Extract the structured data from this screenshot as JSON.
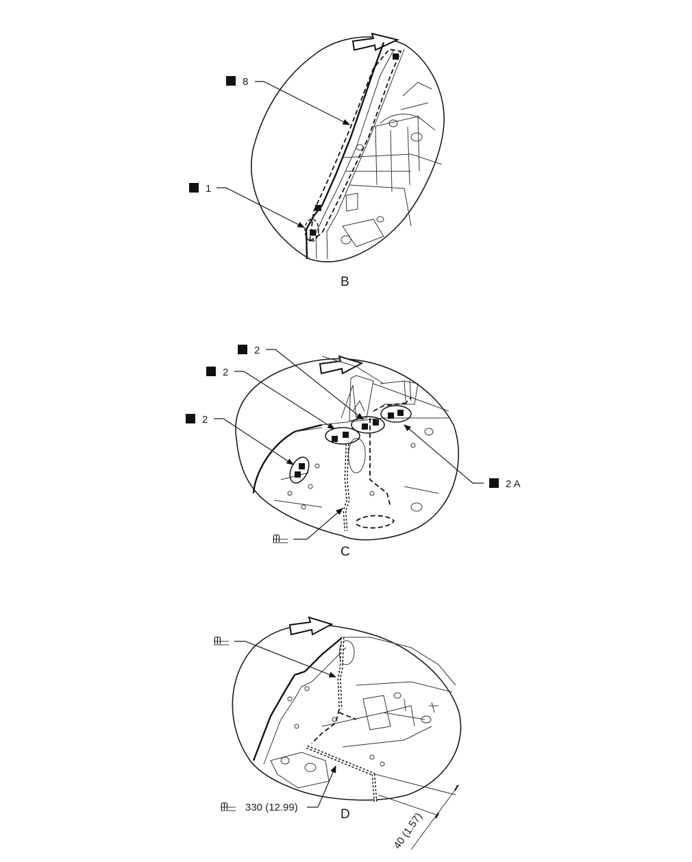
{
  "views": [
    {
      "caption": "B",
      "callouts": [
        {
          "symbol": "spot-weld-square-icon",
          "text": "8"
        },
        {
          "symbol": "spot-weld-square-icon",
          "text": "1"
        }
      ]
    },
    {
      "caption": "C",
      "callouts": [
        {
          "symbol": "spot-weld-square-icon",
          "text": "2"
        },
        {
          "symbol": "spot-weld-square-icon",
          "text": "2"
        },
        {
          "symbol": "spot-weld-square-icon",
          "text": "2"
        },
        {
          "symbol": "spot-weld-square-icon",
          "text": "2 A"
        },
        {
          "symbol": "seam-weld-icon",
          "text": ""
        }
      ]
    },
    {
      "caption": "D",
      "callouts": [
        {
          "symbol": "seam-weld-icon",
          "text": ""
        },
        {
          "symbol": "seam-weld-icon",
          "text": "330 (12.99)"
        }
      ],
      "dimension": "40 (1.57)"
    }
  ]
}
